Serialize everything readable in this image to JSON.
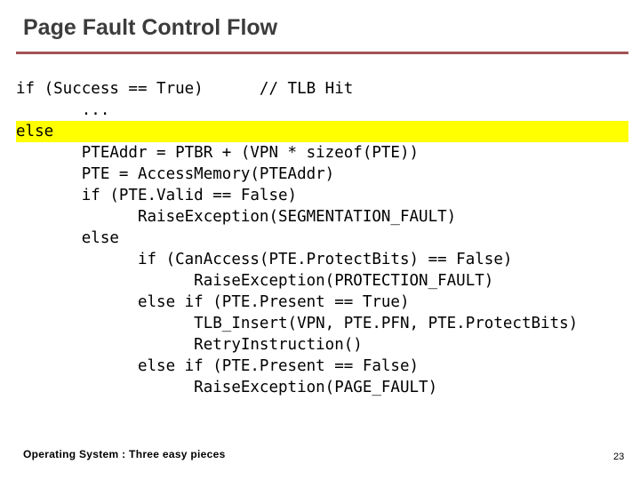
{
  "slide": {
    "title": "Page Fault Control Flow",
    "rule_color": "#a35355",
    "highlight_color": "#ffff00",
    "title_color": "#3c3c3c"
  },
  "code": {
    "indent_unit_chars": 1,
    "lines": [
      {
        "indent": 0,
        "text": "if (Success == True)",
        "highlight": false,
        "comment": "// TLB Hit",
        "comment_col": 26
      },
      {
        "indent": 7,
        "text": "...",
        "highlight": false
      },
      {
        "indent": 0,
        "text": "else",
        "highlight": true
      },
      {
        "indent": 7,
        "text": "PTEAddr = PTBR + (VPN * sizeof(PTE))",
        "highlight": false
      },
      {
        "indent": 7,
        "text": "PTE = AccessMemory(PTEAddr)",
        "highlight": false
      },
      {
        "indent": 7,
        "text": "if (PTE.Valid == False)",
        "highlight": false
      },
      {
        "indent": 13,
        "text": "RaiseException(SEGMENTATION_FAULT)",
        "highlight": false
      },
      {
        "indent": 7,
        "text": "else",
        "highlight": false
      },
      {
        "indent": 13,
        "text": "if (CanAccess(PTE.ProtectBits) == False)",
        "highlight": false
      },
      {
        "indent": 19,
        "text": "RaiseException(PROTECTION_FAULT)",
        "highlight": false
      },
      {
        "indent": 13,
        "text": "else if (PTE.Present == True)",
        "highlight": false
      },
      {
        "indent": 19,
        "text": "TLB_Insert(VPN, PTE.PFN, PTE.ProtectBits)",
        "highlight": false
      },
      {
        "indent": 19,
        "text": "RetryInstruction()",
        "highlight": false
      },
      {
        "indent": 13,
        "text": "else if (PTE.Present == False)",
        "highlight": false
      },
      {
        "indent": 19,
        "text": "RaiseException(PAGE_FAULT)",
        "highlight": false
      }
    ]
  },
  "footer": {
    "text": "Operating System : Three easy pieces",
    "page_number": "23"
  }
}
